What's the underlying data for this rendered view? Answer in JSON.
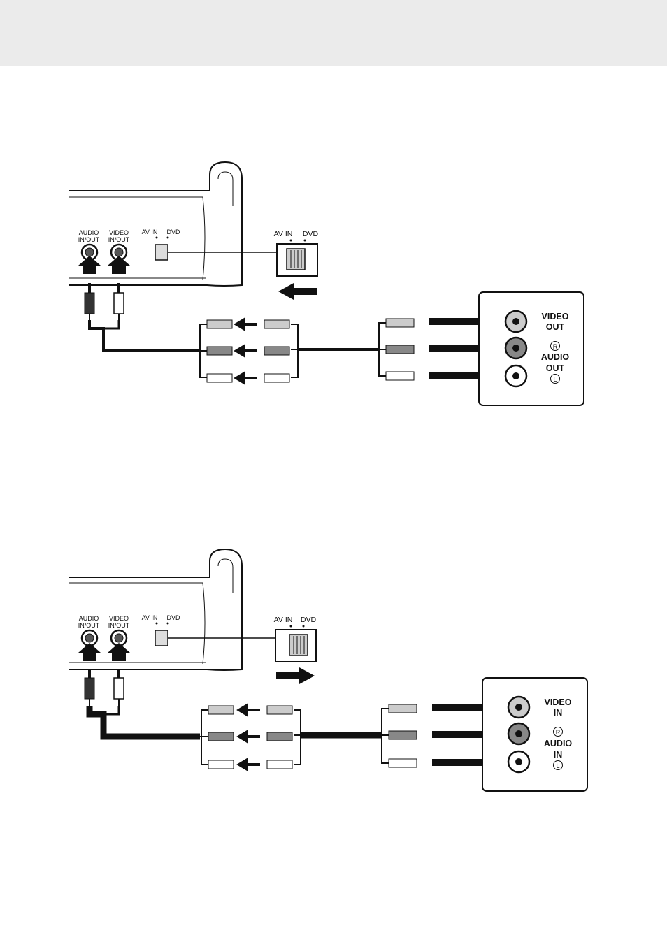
{
  "diagram1": {
    "jack_audio": [
      "AUDIO",
      "IN/OUT"
    ],
    "jack_video": [
      "VIDEO",
      "IN/OUT"
    ],
    "switch_left": "AV IN",
    "switch_right": "DVD",
    "device_video": [
      "VIDEO",
      "OUT"
    ],
    "device_r": "R",
    "device_audio": [
      "AUDIO",
      "OUT"
    ],
    "device_l": "L",
    "switch_position": "AV IN"
  },
  "diagram2": {
    "jack_audio": [
      "AUDIO",
      "IN/OUT"
    ],
    "jack_video": [
      "VIDEO",
      "IN/OUT"
    ],
    "switch_left": "AV IN",
    "switch_right": "DVD",
    "device_video": [
      "VIDEO",
      "IN"
    ],
    "device_r": "R",
    "device_audio": [
      "AUDIO",
      "IN"
    ],
    "device_l": "L",
    "switch_position": "DVD"
  },
  "colors": {
    "header_band": "#ebebeb",
    "ink": "#111111",
    "plug_dark": "#333333",
    "plug_mid": "#888888",
    "plug_light": "#cccccc",
    "plug_white": "#ffffff"
  }
}
